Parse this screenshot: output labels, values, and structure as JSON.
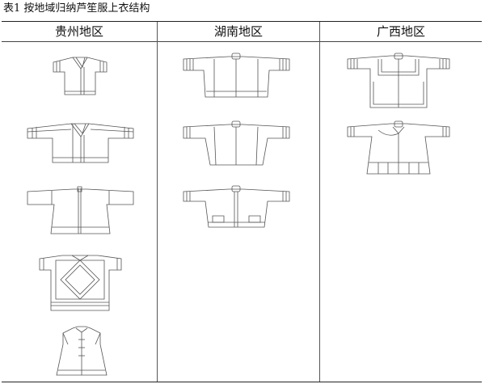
{
  "caption": "表1 按地域归纳芦笙服上衣结构",
  "columns": [
    {
      "region": "贵州地区"
    },
    {
      "region": "湖南地区"
    },
    {
      "region": "广西地区"
    }
  ]
}
